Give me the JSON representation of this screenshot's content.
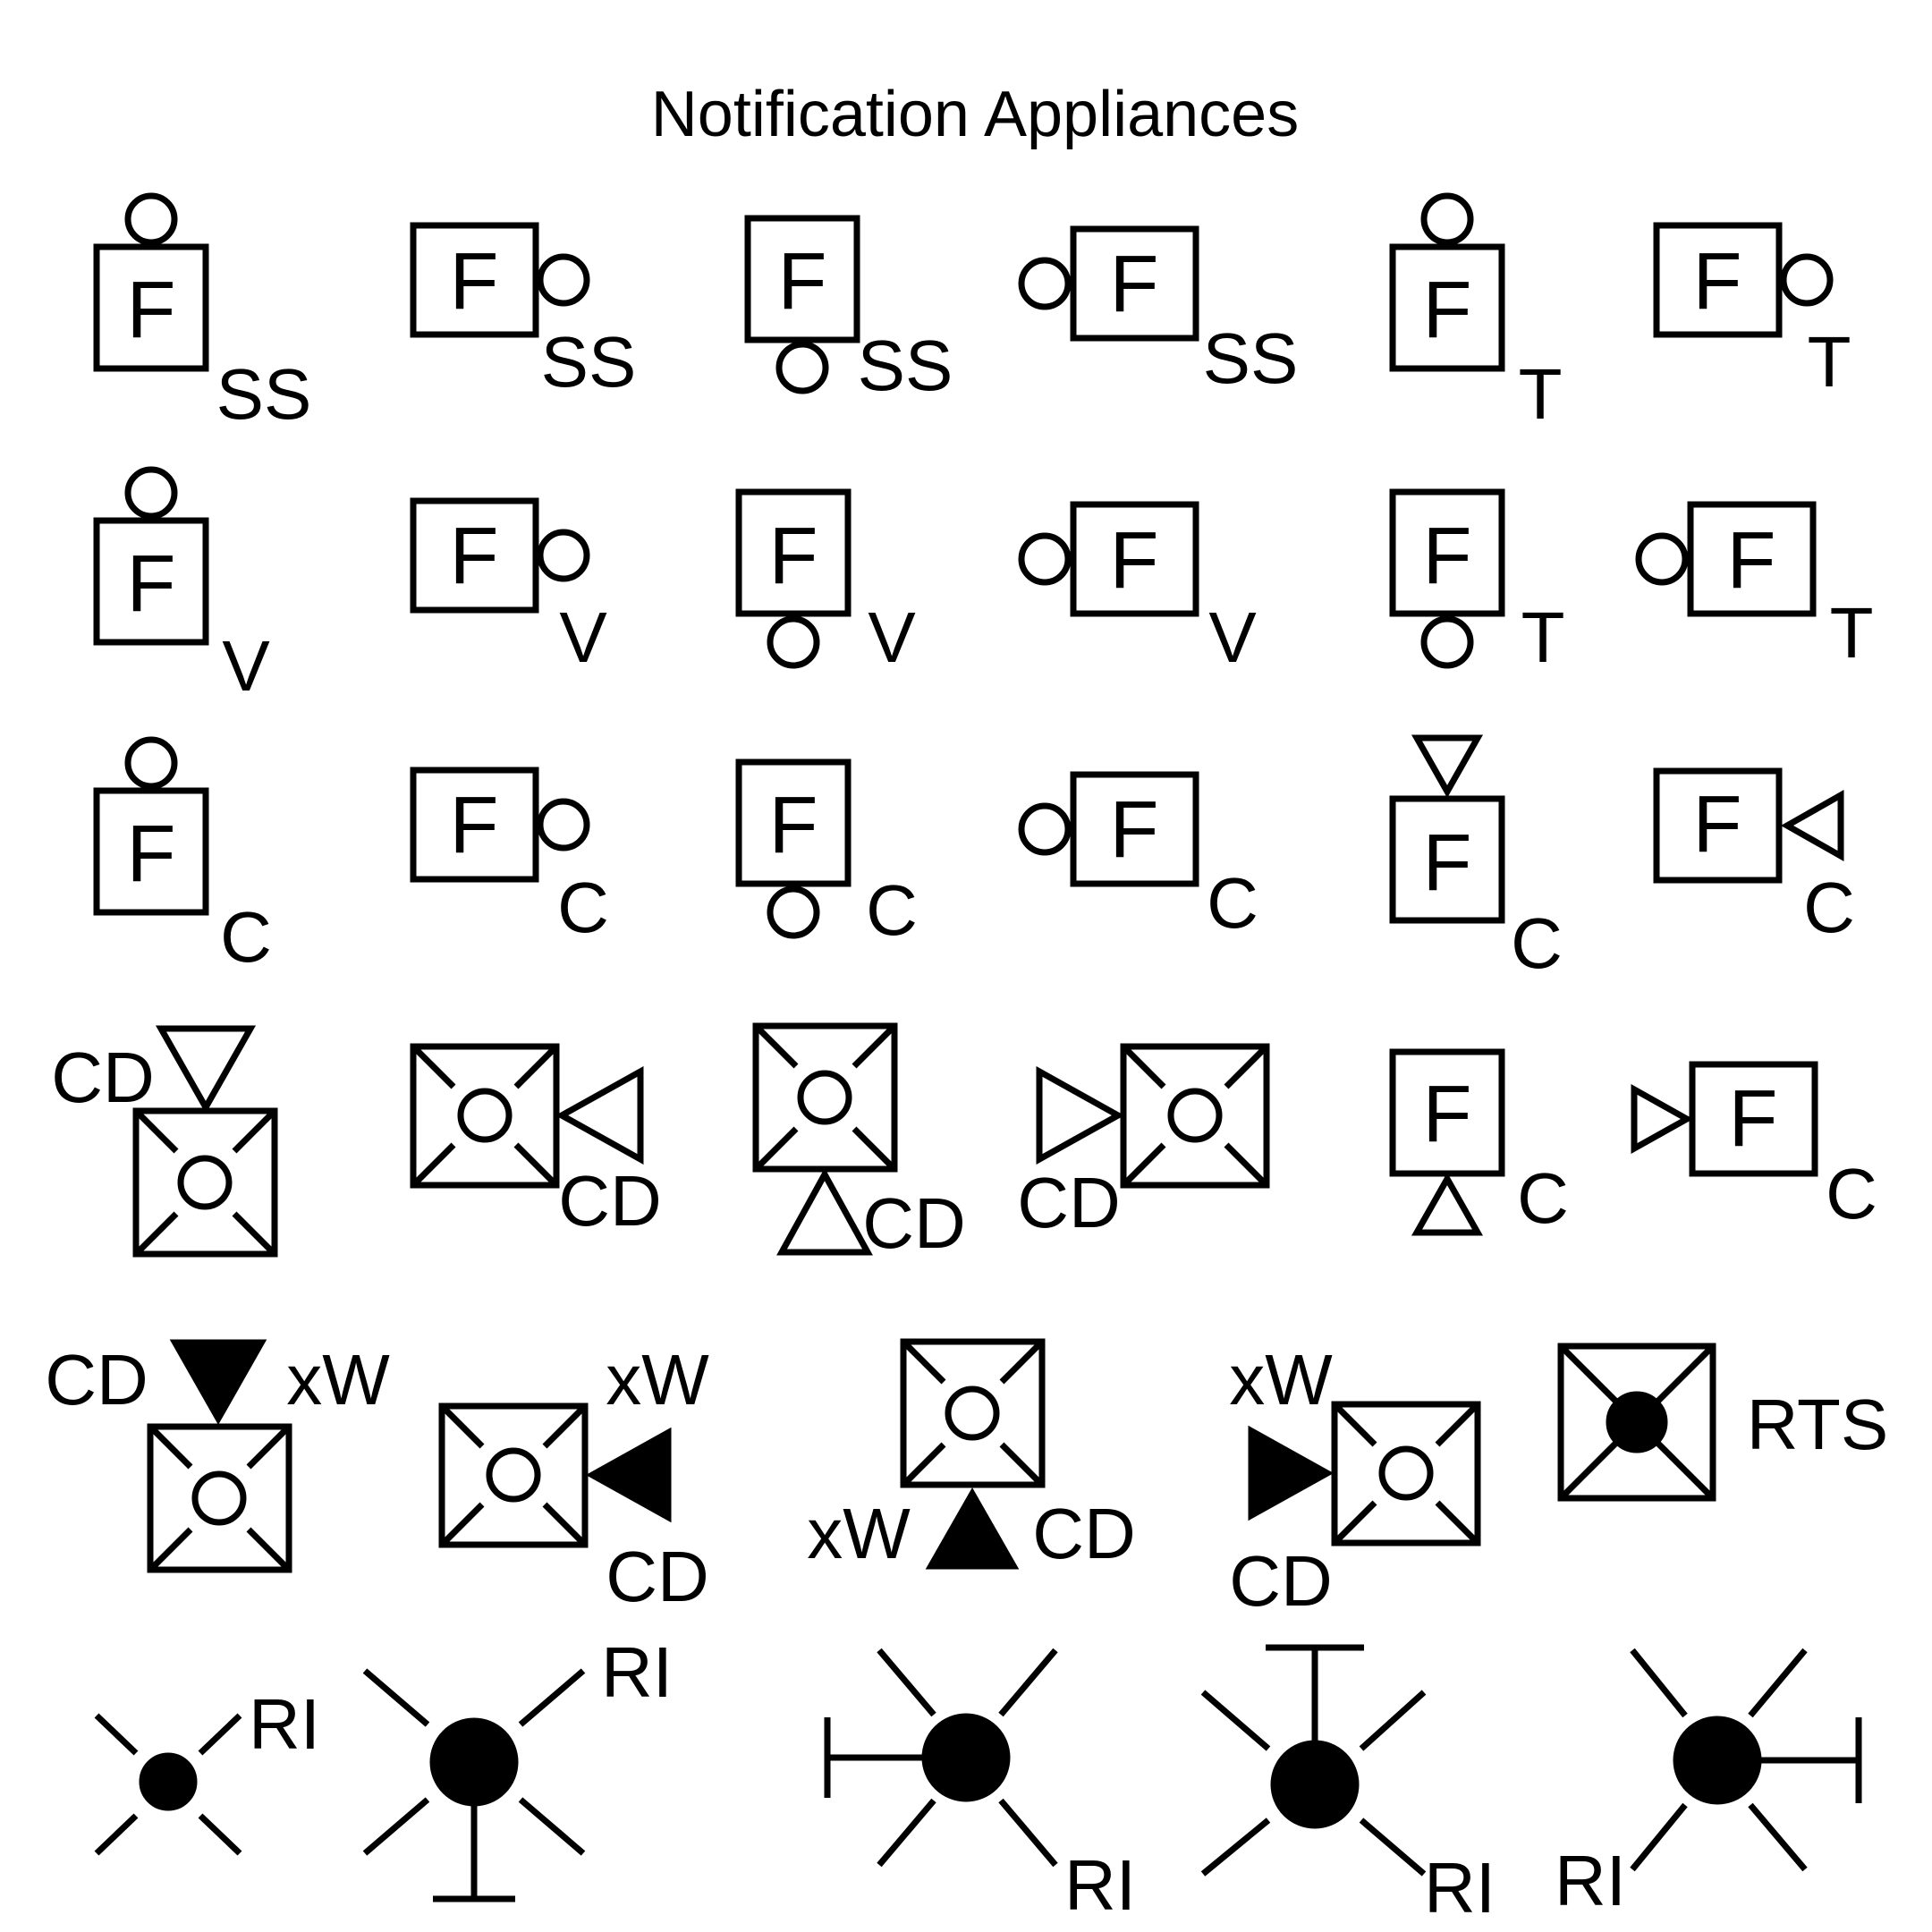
{
  "title": "Notification Appliances",
  "text": {
    "F": "F",
    "SS": "SS",
    "T": "T",
    "V": "V",
    "C": "C",
    "CD": "CD",
    "xW": "xW",
    "RTS": "RTS",
    "RI": "RI"
  },
  "colors": {
    "ink": "#000000",
    "background": "#ffffff"
  }
}
